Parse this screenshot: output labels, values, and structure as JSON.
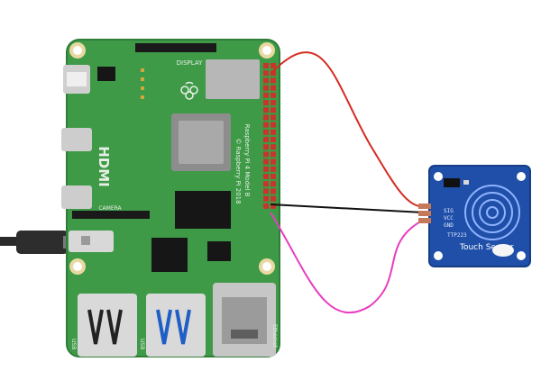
{
  "board": {
    "model_line": "Raspberry Pi 4 Model B",
    "copyright_line": "© Raspberry Pi 2018",
    "port_hdmi": "HDMI",
    "port_camera": "CAMERA",
    "port_display": "DISPLAY",
    "label_usb_left": "USB",
    "label_usb_mid": "USB",
    "label_ethernet": "Ethernet"
  },
  "sensor": {
    "title": "Touch Sensor",
    "model": "TTP223",
    "pin_labels": [
      "SIG",
      "VCC",
      "GND"
    ]
  },
  "wires": [
    {
      "name": "power-wire",
      "color": "#d42b20"
    },
    {
      "name": "ground-wire",
      "color": "#111111"
    },
    {
      "name": "signal-wire",
      "color": "#e83cc0"
    }
  ],
  "colors": {
    "pcb": "#3f9a48",
    "pcb_edge": "#2f7d38",
    "sensor_pcb": "#1f4fa8",
    "header_pin": "#c8352a"
  }
}
